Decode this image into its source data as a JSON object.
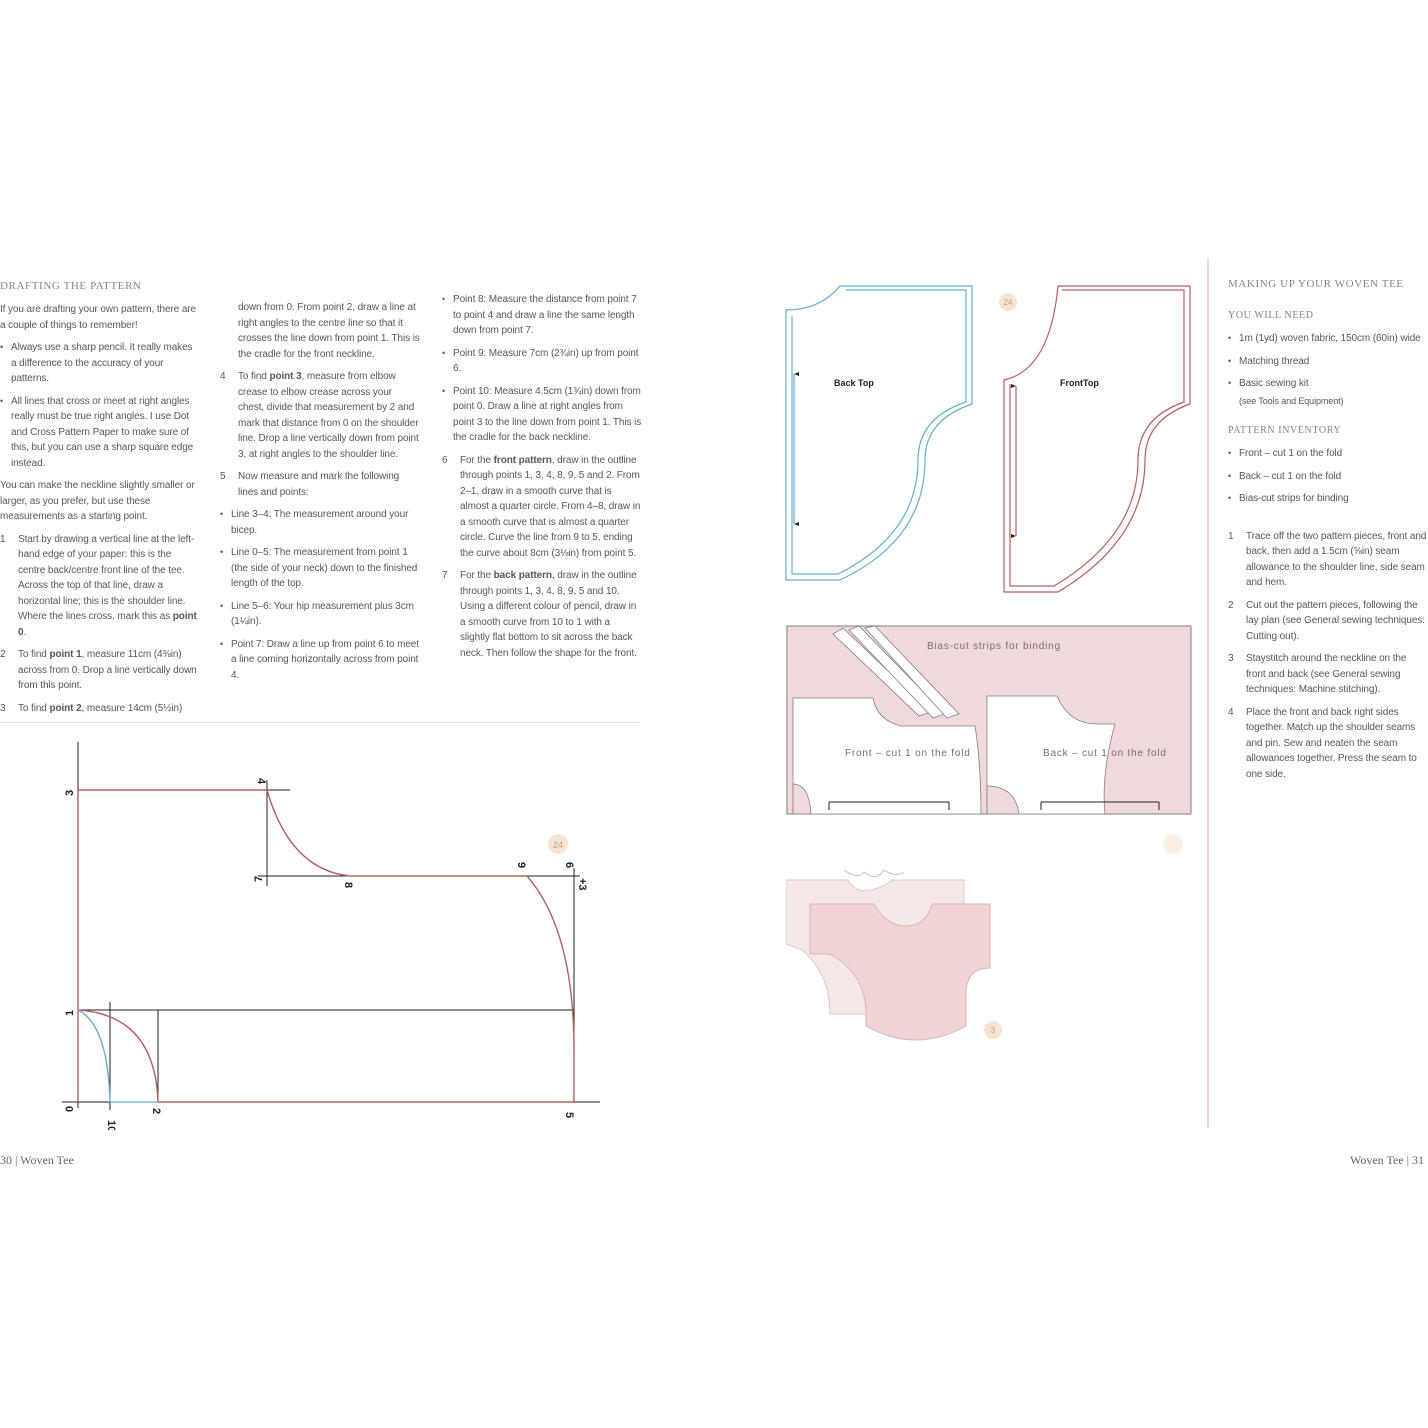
{
  "left": {
    "heading": "DRAFTING THE PATTERN",
    "intro": "If you are drafting your own pattern, there are a couple of things to remember!",
    "intro_bullets": [
      "Always use a sharp pencil. It really makes a difference to the accuracy of your patterns.",
      "All lines that cross or meet at right angles really must be true right angles. I use Dot and Cross Pattern Paper to make sure of this, but you can use a sharp square edge instead."
    ],
    "neckline_note": "You can make the neckline slightly smaller or larger, as you prefer, but use these measurements as a starting point.",
    "step1": {
      "num": "1",
      "text": "Start by drawing a vertical line at the left-hand edge of your paper: this is the centre back/centre front line of the tee. Across the top of that line, draw a horizontal line; this is the shoulder line. Where the lines cross, mark this as ",
      "bold": "point 0",
      "end": "."
    },
    "step2": {
      "num": "2",
      "pre": "To find ",
      "bold": "point 1",
      "text": ", measure 11cm (4⅜in) across from 0. Drop a line vertically down from this point."
    },
    "step3": {
      "num": "3",
      "pre": "To find ",
      "bold": "point 2",
      "text": ", measure 14cm (5½in)"
    },
    "step3_cont": "down from 0. From point 2, draw a line at right angles to the centre line so that it crosses the line down from point 1. This is the cradle for the front neckline.",
    "step4": {
      "num": "4",
      "pre": "To find ",
      "bold": "point 3",
      "text": ", measure from elbow crease to elbow crease across your chest, divide that measurement by 2 and mark that distance from 0 on the shoulder line. Drop a line vertically down from point 3, at right angles to the shoulder line."
    },
    "step5": {
      "num": "5",
      "text": "Now measure and mark the following lines and points:"
    },
    "step5_bullets": [
      "Line 3–4: The measurement around your bicep.",
      "Line 0–5: The measurement from point 1 (the side of your neck) down to the finished length of the top.",
      "Line 5–6: Your hip measurement plus 3cm (1¼in).",
      "Point 7: Draw a line up from point 6 to meet a line coming horizontally across from point 4."
    ],
    "col3_bullets": [
      "Point 8: Measure the distance from point 7 to point 4 and draw a line the same length down from point 7.",
      "Point 9: Measure 7cm (2¾in) up from point 6.",
      "Point 10: Measure 4.5cm (1¾in) down from point 0. Draw a line at right angles from point 3 to the line down from point 1. This is the cradle for the back neckline."
    ],
    "step6": {
      "num": "6",
      "pre": "For the ",
      "bold": "front pattern",
      "text": ", draw in the outline through points 1, 3, 4, 8, 9, 5 and 2. From 2–1, draw in a smooth curve that is almost a quarter circle. From 4–8, draw in a smooth curve that is almost a quarter circle. Curve the line from 9 to 5, ending the curve about 8cm (3⅛in) from point 5."
    },
    "step7": {
      "num": "7",
      "pre": "For the ",
      "bold": "back pattern",
      "text": ", draw in the outline through points 1, 3, 4, 8, 9, 5 and 10. Using a different colour of pencil, draw in a smooth curve from 10 to 1 with a slightly flat bottom to sit across the back neck. Then follow the shape for the front."
    },
    "footer": "30 | Woven Tee"
  },
  "diagram_labels": {
    "p0": "0",
    "p10": "10",
    "p2": "2",
    "p1": "1",
    "p3": "3",
    "p4": "4",
    "p7": "7",
    "p8": "8",
    "p9": "9",
    "p6": "6",
    "p5": "5",
    "p3cm": "+3",
    "badge": "24"
  },
  "right": {
    "back_top": "Back Top",
    "front_top": "FrontTop",
    "badge_24": "24",
    "badge_3": "3",
    "lay_bias": "Bias-cut strips for binding",
    "lay_front": "Front – cut 1 on the fold",
    "lay_back": "Back – cut 1 on the fold",
    "heading": "MAKING UP YOUR WOVEN TEE",
    "need_heading": "YOU WILL NEED",
    "need_items": [
      "1m (1yd) woven fabric, 150cm (60in) wide",
      "Matching thread",
      "Basic sewing kit"
    ],
    "need_note": "(see Tools and Equipment)",
    "inventory_heading": "PATTERN INVENTORY",
    "inventory_items": [
      "Front – cut 1 on the fold",
      "Back – cut 1 on the fold",
      "Bias-cut strips for binding"
    ],
    "steps": [
      {
        "num": "1",
        "text": "Trace off the two pattern pieces, front and back, then add a 1.5cm (⅝in) seam allowance to the shoulder line, side seam and hem."
      },
      {
        "num": "2",
        "text": "Cut out the pattern pieces, following the lay plan (see General sewing techniques: Cutting out)."
      },
      {
        "num": "3",
        "text": "Staystitch around the neckline on the front and back (see General sewing techniques: Machine stitching)."
      },
      {
        "num": "4",
        "text": "Place the front and back right sides together. Match up the shoulder seams and pin. Sew and neaten the seam allowances together. Press the seam to one side."
      }
    ],
    "footer": "Woven Tee | 31"
  },
  "colors": {
    "red": "#b5605f",
    "blue": "#6aaed0",
    "pink": "#f0d9da",
    "pink_dark": "#e5c2c4",
    "badge": "#f7e3d3"
  }
}
